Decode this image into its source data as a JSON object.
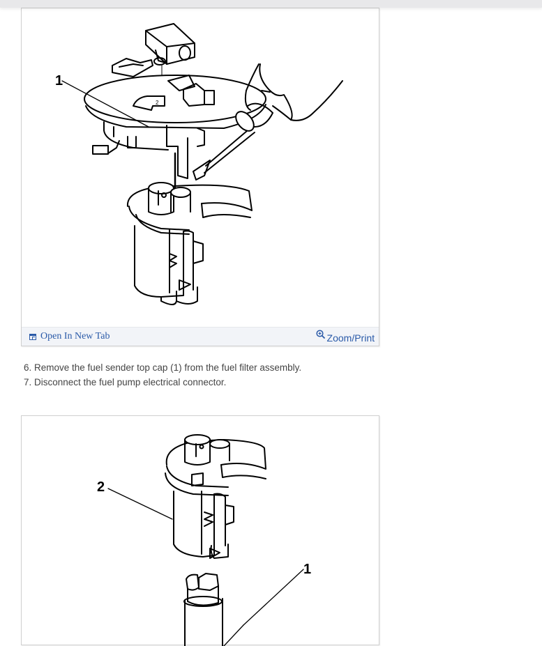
{
  "browser": {
    "top_bar_color": "#e8e8ea"
  },
  "figures": [
    {
      "callouts": [
        {
          "label": "1",
          "target": "fuel sender top cap"
        }
      ],
      "footer": {
        "open_new_tab_label": "Open In New Tab",
        "open_new_tab_icon": "open-new-tab-icon",
        "zoom_print_label": "Zoom/Print",
        "zoom_print_icon": "zoom-in-icon"
      }
    },
    {
      "callouts": [
        {
          "label": "2",
          "target": "fuel filter assembly"
        },
        {
          "label": "1",
          "target": "fuel pump"
        }
      ]
    }
  ],
  "steps": [
    "6. Remove the fuel sender top cap (1) from the fuel filter assembly.",
    "7. Disconnect the fuel pump electrical connector."
  ],
  "colors": {
    "link": "#2a5aa8",
    "body_text": "#444444",
    "footer_bg": "#f2f4f8",
    "figure_border": "#cfcfcf"
  }
}
